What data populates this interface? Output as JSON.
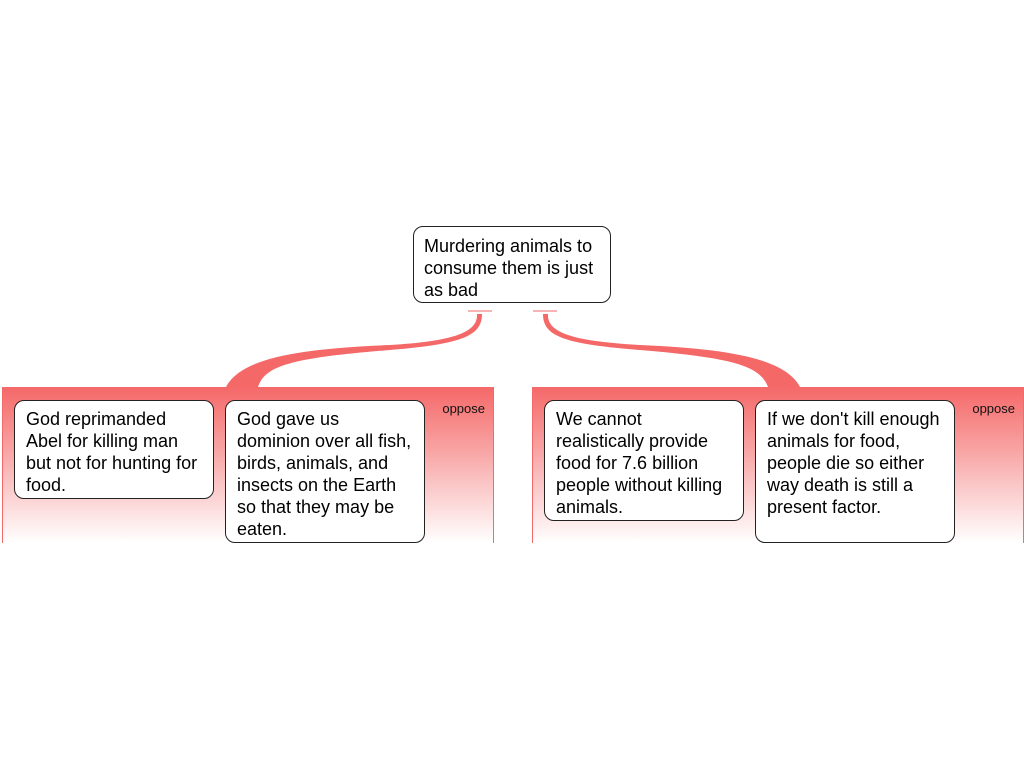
{
  "claim": {
    "text": "Murdering animals to consume them is just as bad"
  },
  "groups": [
    {
      "tag": "oppose",
      "reasons": [
        {
          "text": "God reprimanded Abel for killing man but not for hunting for food."
        },
        {
          "text": "God gave us dominion over all fish, birds, animals, and insects on the Earth so that they may be eaten."
        }
      ]
    },
    {
      "tag": "oppose",
      "reasons": [
        {
          "text": "We cannot realistically provide food for 7.6 billion people without killing animals."
        },
        {
          "text": "If we don't kill enough animals for food, people die so either way death is still a present factor."
        }
      ]
    }
  ],
  "colors": {
    "oppose_accent": "#f56868",
    "box_border": "#222222",
    "background": "#ffffff"
  }
}
